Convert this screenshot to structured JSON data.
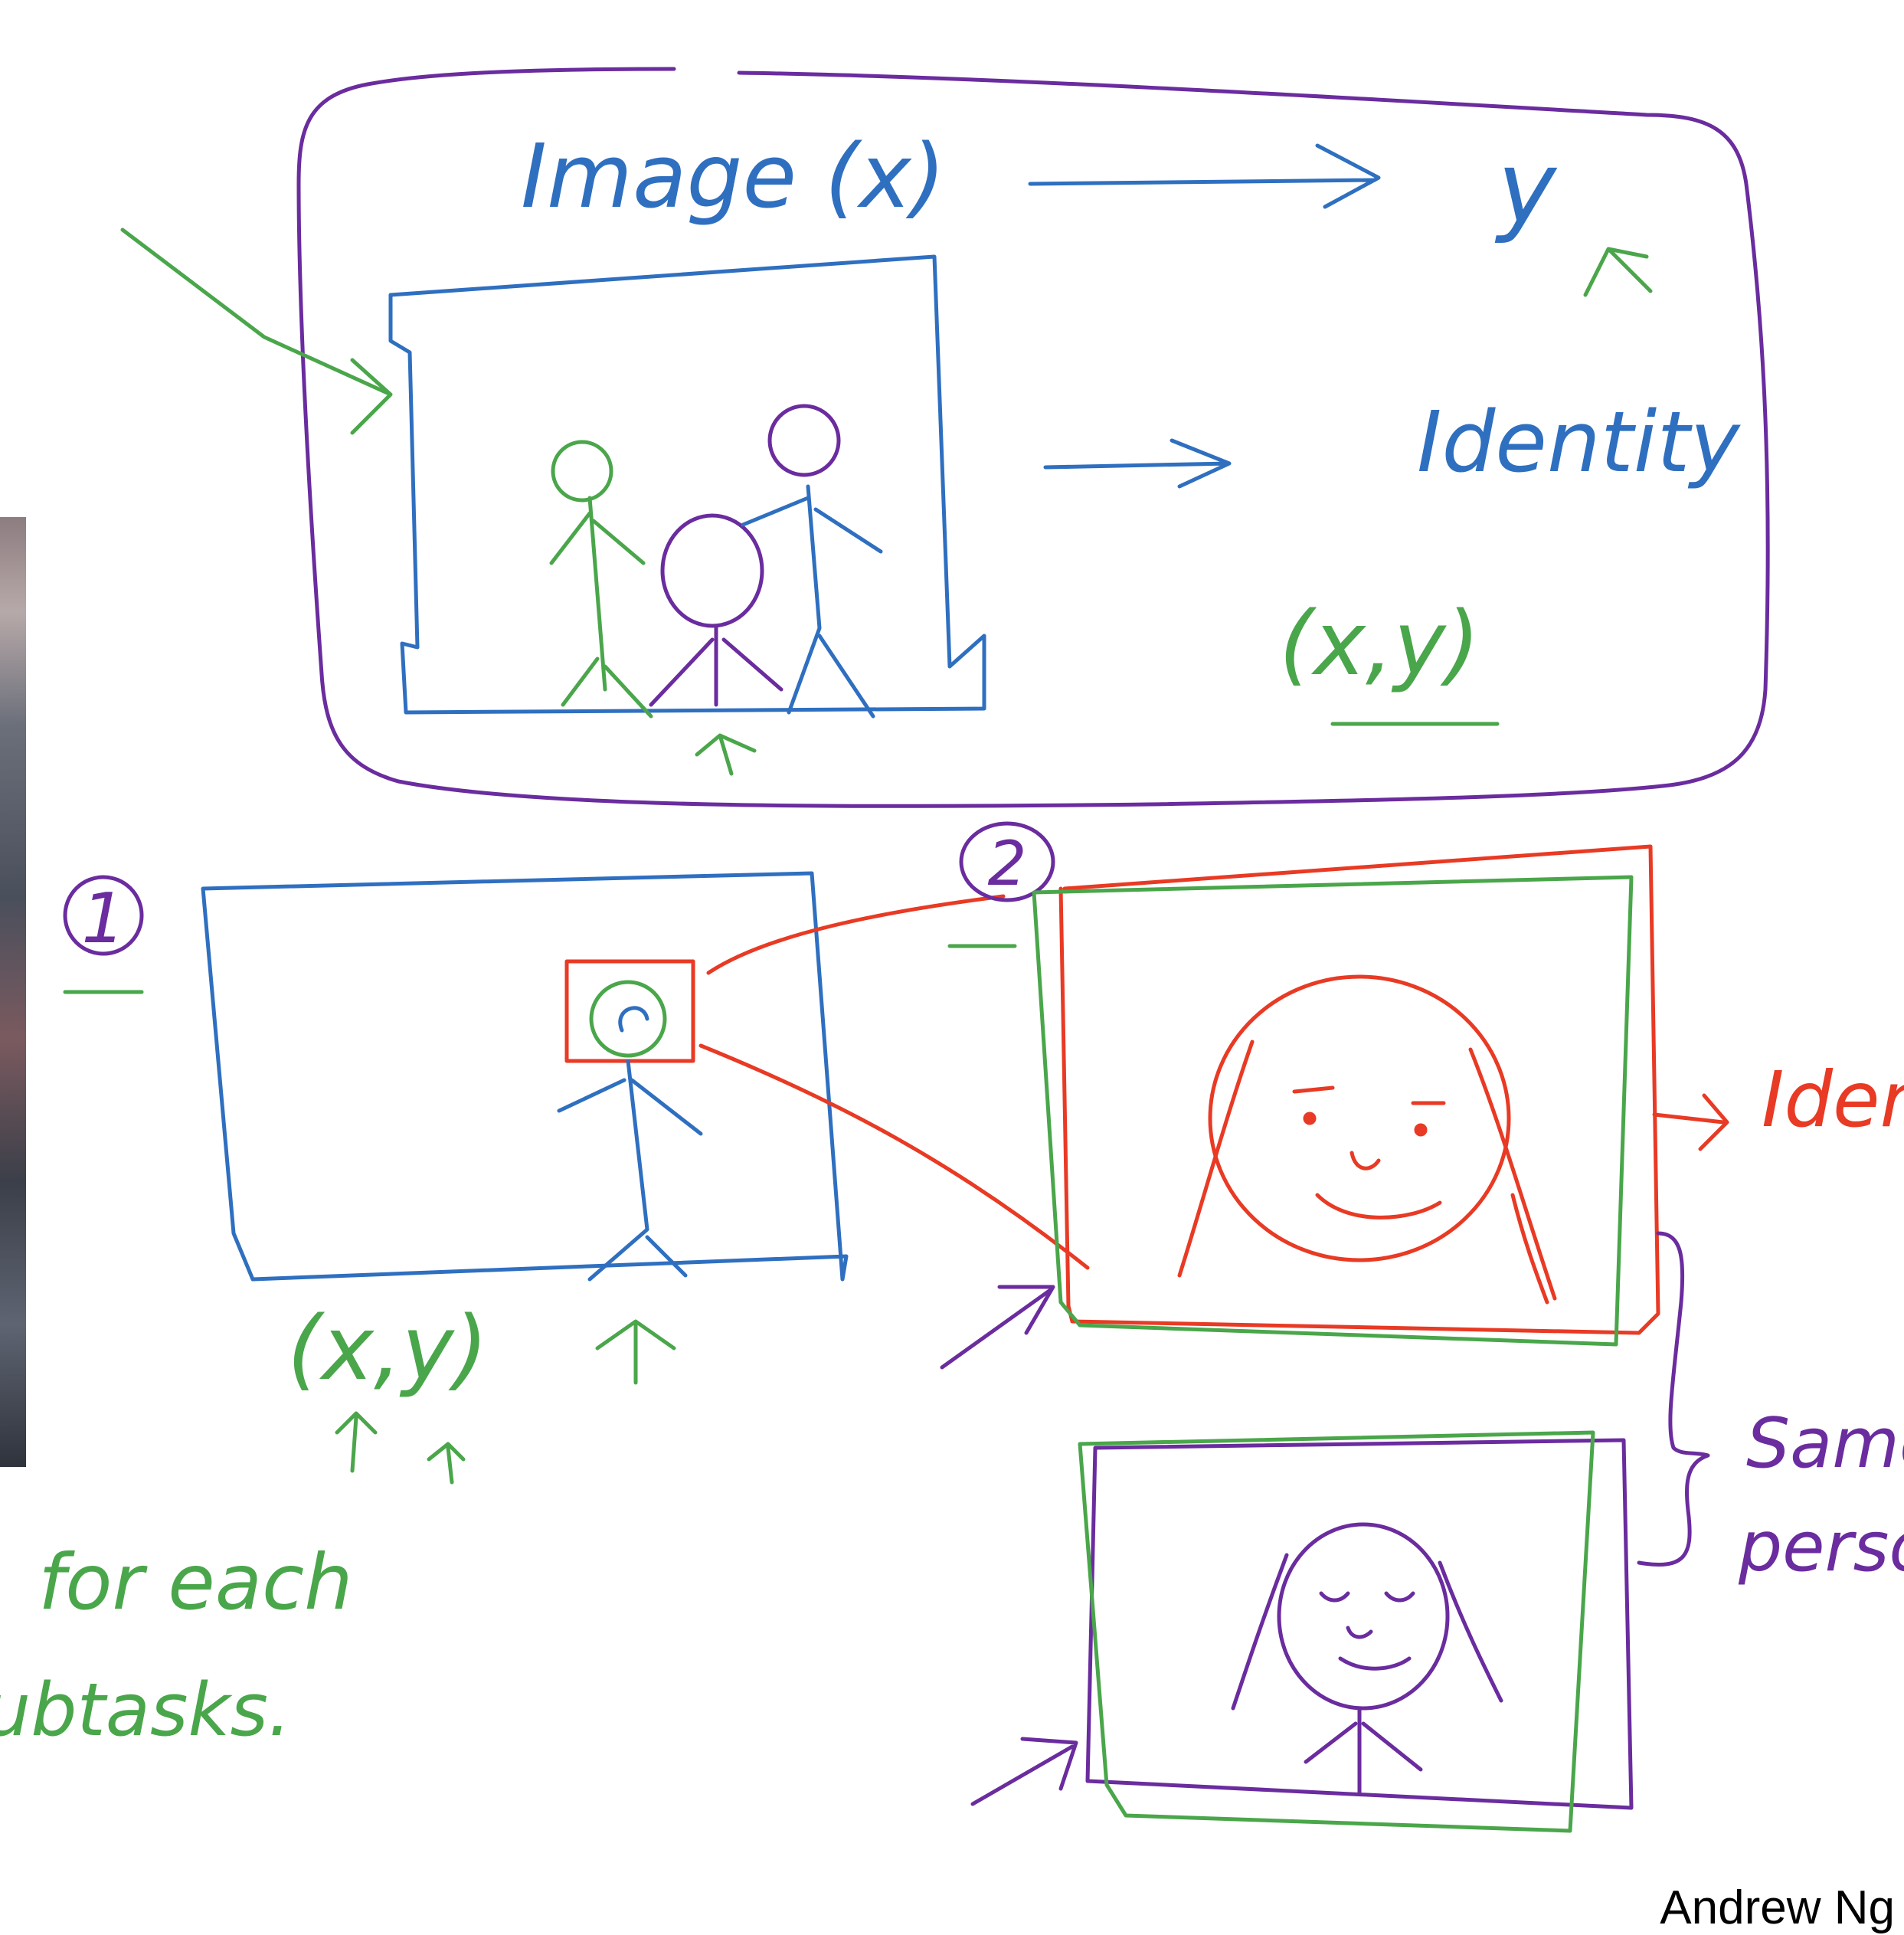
{
  "colors": {
    "blue": "#2f6fc0",
    "purple": "#6a2c9e",
    "green": "#4aa64a",
    "red": "#e83a24",
    "black": "#000000"
  },
  "top_pipeline": {
    "input_label": "Image (x)",
    "output_label": "y",
    "identity_label": "Identity",
    "pair_label": "(x,y)"
  },
  "step1": {
    "marker": "1",
    "coord_label": "(x,y)"
  },
  "step2": {
    "marker": "2",
    "identity_label": "Identity",
    "same_label_line1": "Same",
    "same_label_line2": "person?"
  },
  "notes": {
    "line1": "for each",
    "line2": "ubtasks."
  },
  "credit": "Andrew Ng"
}
